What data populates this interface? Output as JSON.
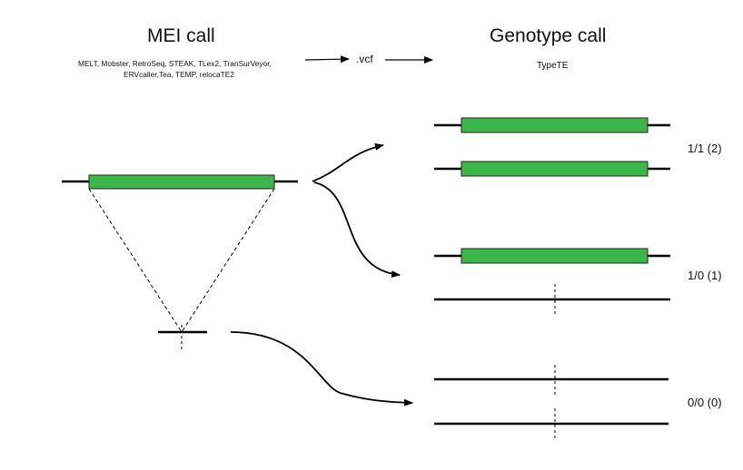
{
  "mei_call": {
    "title": "MEI call",
    "tools_line1": "MELT, Mobster,  RetroSeq, STEAK, TLex2, TranSurVeyor,",
    "tools_line2": "ERVcaller,Tea, TEMP, relocaTE2"
  },
  "vcf_label": ".vcf",
  "genotype_call": {
    "title": "Genotype call",
    "tool": "TypeTE"
  },
  "genotypes": [
    {
      "label": "1/1 (2)"
    },
    {
      "label": "1/0 (1)"
    },
    {
      "label": "0/0 (0)"
    }
  ],
  "colors": {
    "insertion_fill": "#3cb64a",
    "line": "#000000",
    "background": "#ffffff"
  }
}
